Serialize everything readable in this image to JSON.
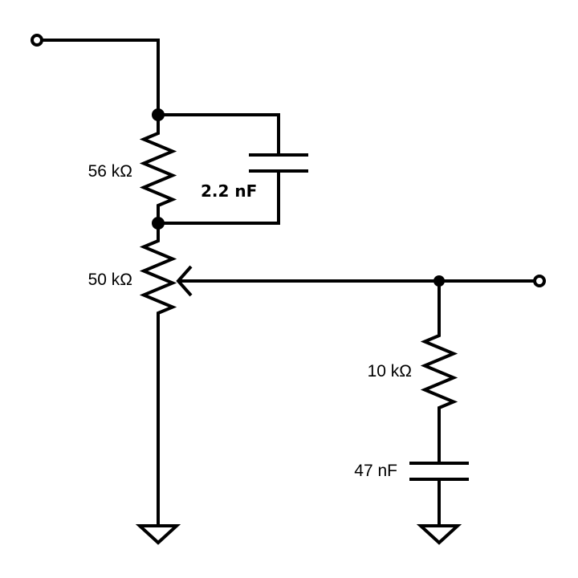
{
  "components": {
    "r1": {
      "label": "56 kΩ"
    },
    "c1": {
      "label": "2.2 nF"
    },
    "pot": {
      "label": "50 kΩ"
    },
    "r2": {
      "label": "10 kΩ"
    },
    "c2": {
      "label": "47 nF"
    }
  }
}
